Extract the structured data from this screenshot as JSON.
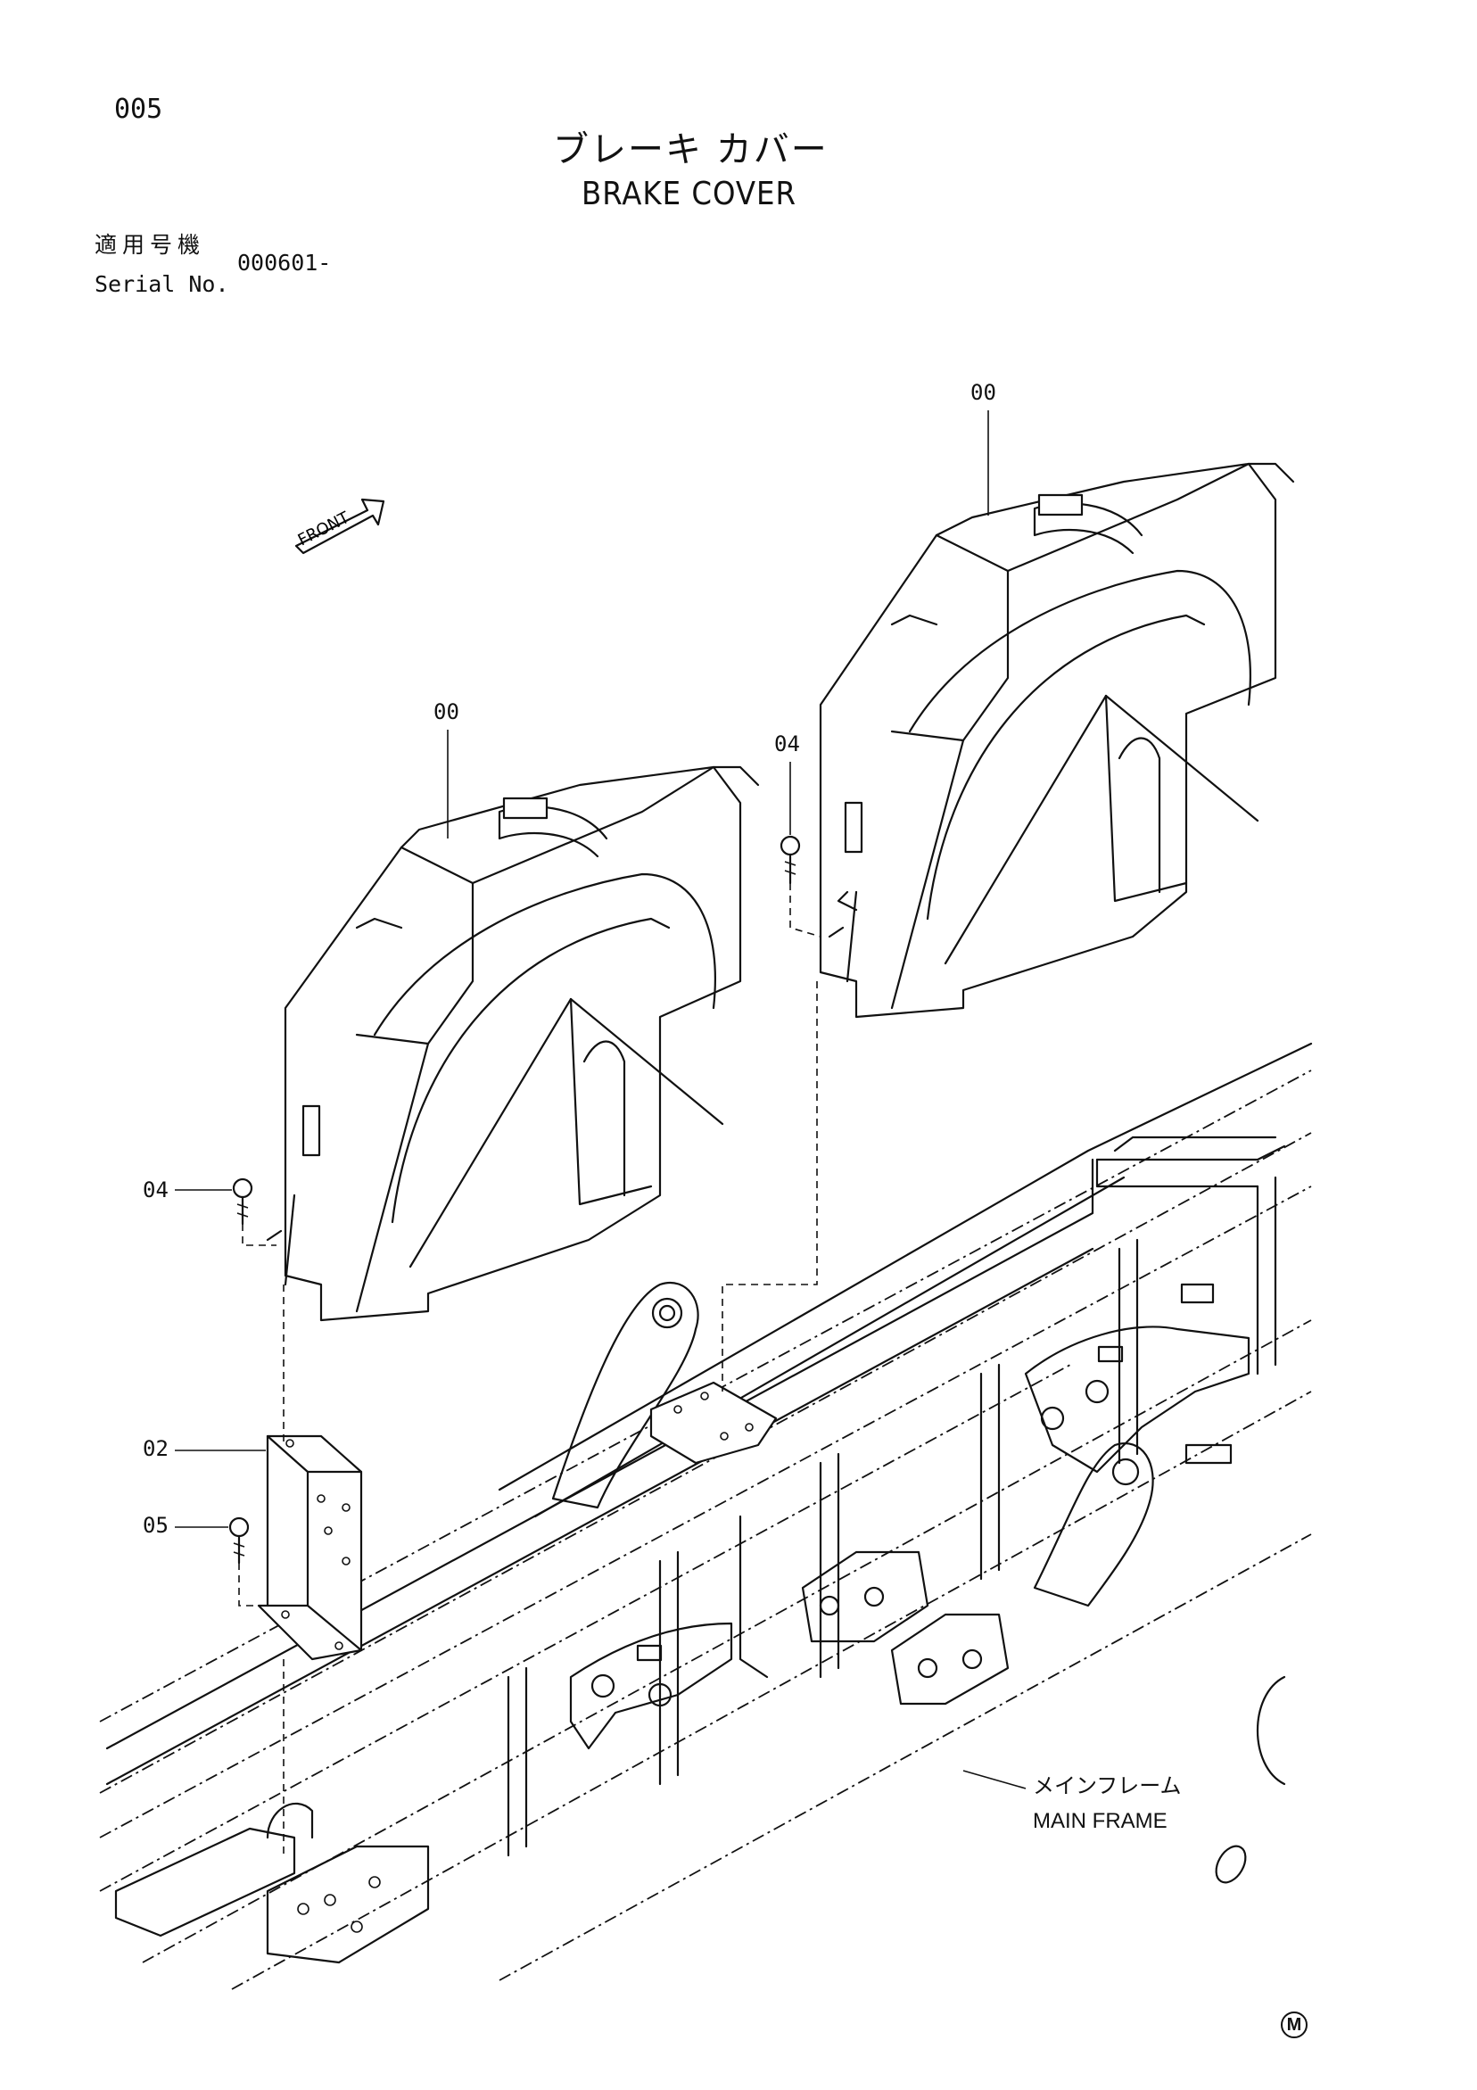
{
  "header": {
    "page_number": "005",
    "title_jp": "ブレーキ カバー",
    "title_en": "BRAKE COVER",
    "serial_label_jp": "適用号機",
    "serial_label_en": "Serial No.",
    "serial_value": "000601-"
  },
  "diagram": {
    "direction_label": "FRONT",
    "callouts": {
      "cover_right": "00",
      "cover_left": "00",
      "bolt_right": "04",
      "bolt_left": "04",
      "bracket": "02",
      "bolt_bracket": "05"
    },
    "frame_label_jp": "メインフレーム",
    "frame_label_en": "MAIN FRAME"
  },
  "footer": {
    "mark": "M"
  }
}
